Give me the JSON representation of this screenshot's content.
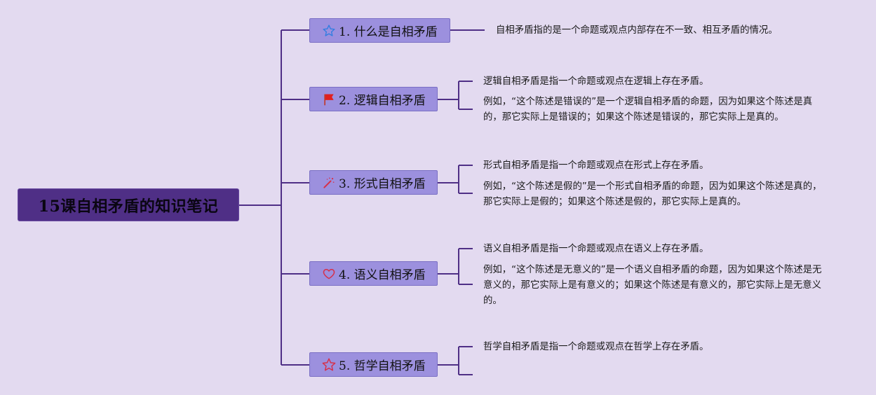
{
  "root": {
    "title": "15课自相矛盾的知识笔记"
  },
  "topics": [
    {
      "label": "1. 什么是自相矛盾",
      "icon": "star-outline-blue-icon",
      "notes": [
        "自相矛盾指的是一个命题或观点内部存在不一致、相互矛盾的情况。"
      ]
    },
    {
      "label": "2. 逻辑自相矛盾",
      "icon": "red-flag-icon",
      "notes": [
        "逻辑自相矛盾是指一个命题或观点在逻辑上存在矛盾。",
        "例如，“这个陈述是错误的”是一个逻辑自相矛盾的命题，因为如果这个陈述是真的，那它实际上是错误的；如果这个陈述是错误的，那它实际上是真的。"
      ]
    },
    {
      "label": "3. 形式自相矛盾",
      "icon": "magic-wand-icon",
      "notes": [
        "形式自相矛盾是指一个命题或观点在形式上存在矛盾。",
        "例如，“这个陈述是假的”是一个形式自相矛盾的命题，因为如果这个陈述是真的，那它实际上是假的；如果这个陈述是假的，那它实际上是真的。"
      ]
    },
    {
      "label": "4. 语义自相矛盾",
      "icon": "heart-outline-icon",
      "notes": [
        "语义自相矛盾是指一个命题或观点在语义上存在矛盾。",
        "例如，“这个陈述是无意义的”是一个语义自相矛盾的命题，因为如果这个陈述是无意义的，那它实际上是有意义的；如果这个陈述是有意义的，那它实际上是无意义的。"
      ]
    },
    {
      "label": "5. 哲学自相矛盾",
      "icon": "star-outline-red-icon",
      "notes": [
        "哲学自相矛盾是指一个命题或观点在哲学上存在矛盾。"
      ]
    }
  ],
  "colors": {
    "background": "#e3daf0",
    "root": "#4f2f86",
    "topic": "#9c90de",
    "line": "#4f2f86"
  }
}
